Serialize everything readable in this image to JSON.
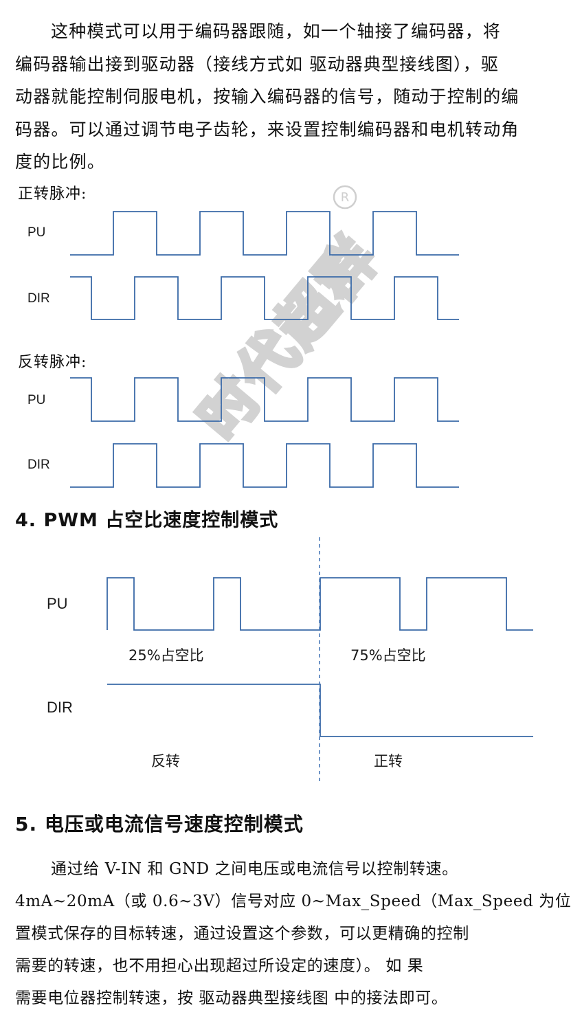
{
  "intro": {
    "lines": [
      "这种模式可以用于编码器跟随，如一个轴接了编码器，将",
      "编码器输出接到驱动器（接线方式如 驱动器典型接线图），驱",
      "动器就能控制伺服电机，按输入编码器的信号，随动于控制的编",
      "码器。可以通过调节电子齿轮，来设置控制编码器和电机转动角",
      "度的比例。"
    ]
  },
  "forward": {
    "caption": "正转脉冲:",
    "pu_label": "PU",
    "dir_label": "DIR"
  },
  "reverse": {
    "caption": "反转脉冲:",
    "pu_label": "PU",
    "dir_label": "DIR"
  },
  "section4": {
    "heading": "4.  PWM 占空比速度控制模式",
    "pu_label": "PU",
    "dir_label": "DIR",
    "duty_left": "25%占空比",
    "duty_right": "75%占空比",
    "dir_left": "反转",
    "dir_right": "正转",
    "duty_left_value": 0.25,
    "duty_right_value": 0.75
  },
  "section5": {
    "heading": "5.  电压或电流信号速度控制模式",
    "lines": [
      "通过给 V-IN 和 GND 之间电压或电流信号以控制转速。",
      "4mA~20mA（或 0.6~3V）信号对应 0~Max_Speed（Max_Speed 为位",
      "置模式保存的目标转速，通过设置这个参数，可以更精确的控制",
      "需要的转速，也不用担心出现超过所设定的速度）。  如 果",
      "需要电位器控制转速，按 驱动器典型接线图 中的接法即可。"
    ]
  },
  "watermark": {
    "text": "时代超群",
    "mark": "R"
  },
  "colors": {
    "wave": "#3a6aa8",
    "divider": "#4a7ab8",
    "watermark": "#d2d2d2"
  }
}
